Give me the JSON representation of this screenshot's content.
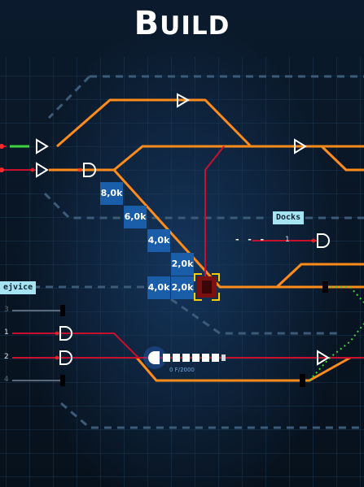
{
  "header": {
    "title_first": "B",
    "title_rest": "UILD"
  },
  "zones": {
    "docks_label": "Docks",
    "left_label": "ejvice"
  },
  "costs": [
    "8,0k",
    "6,0k",
    "4,0k",
    "2,0k",
    "4,0k",
    "2,0k"
  ],
  "tracks": {
    "left_numbers": [
      "3",
      "1",
      "2",
      "4"
    ],
    "docks_number": "1",
    "docks_dashes": "- - -"
  },
  "train": {
    "label": "0 F/2000"
  },
  "colors": {
    "background": "#0a1420",
    "track_orange": "#ff8c1a",
    "track_red": "#c8102e",
    "track_green": "#3ed43e",
    "signal_white": "#ffffff",
    "cost_blue": "#1a5da8",
    "tag_cyan": "#a6e4f2",
    "cursor_yellow": "#ffcc00"
  },
  "icons": {
    "signal": "signal-triangle-icon",
    "buffer_stop": "buffer-stop-icon",
    "build_cursor": "build-cursor-icon"
  }
}
